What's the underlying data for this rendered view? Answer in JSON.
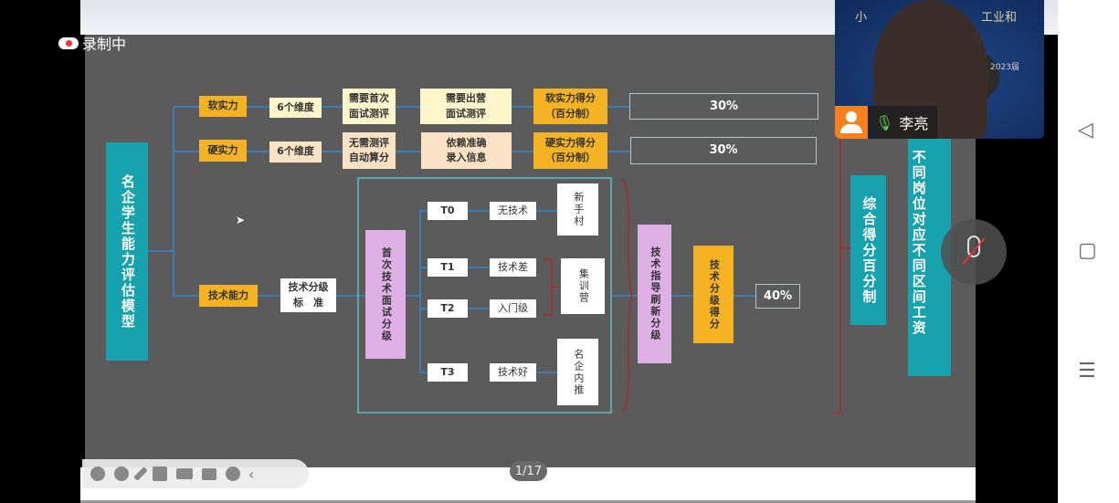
{
  "recording": {
    "label": "录制中",
    "icon": "cloud-icon"
  },
  "diagram": {
    "root": "名企学生能力评估模型",
    "soft": {
      "label": "软实力",
      "dims": "6个维度",
      "step1": "需要首次\n面试测评",
      "step2": "需要出营\n面试测评",
      "score": "软实力得分\n（百分制）",
      "weight": "30%"
    },
    "hard": {
      "label": "硬实力",
      "dims": "6个维度",
      "step1": "无需测评\n自动算分",
      "step2": "依赖准确\n录入信息",
      "score": "硬实力得分\n（百分制）",
      "weight": "30%"
    },
    "tech": {
      "label": "技术能力",
      "standard": "技术分级\n标　准",
      "first": "首次技术面试分级",
      "levels": [
        {
          "code": "T0",
          "desc": "无技术"
        },
        {
          "code": "T1",
          "desc": "技术差"
        },
        {
          "code": "T2",
          "desc": "入门级"
        },
        {
          "code": "T3",
          "desc": "技术好"
        }
      ],
      "outcomes": [
        "新手村",
        "集训营",
        "名企内推"
      ],
      "refresh": "技术指导刷新分级",
      "score": "技术分级得分",
      "weight": "40%"
    },
    "total": "综合得分百分制",
    "salary": "不同岗位对应不同区间工资"
  },
  "video": {
    "name": "李亮",
    "bg_text_1": "小",
    "bg_text_2": "工业和",
    "bg_text_3": "2023届"
  },
  "page_indicator": "1/17",
  "colors": {
    "orange": "#f5b324",
    "teal": "#17a2ae",
    "pink": "#dfb0e6",
    "line": "#3a7db5"
  }
}
